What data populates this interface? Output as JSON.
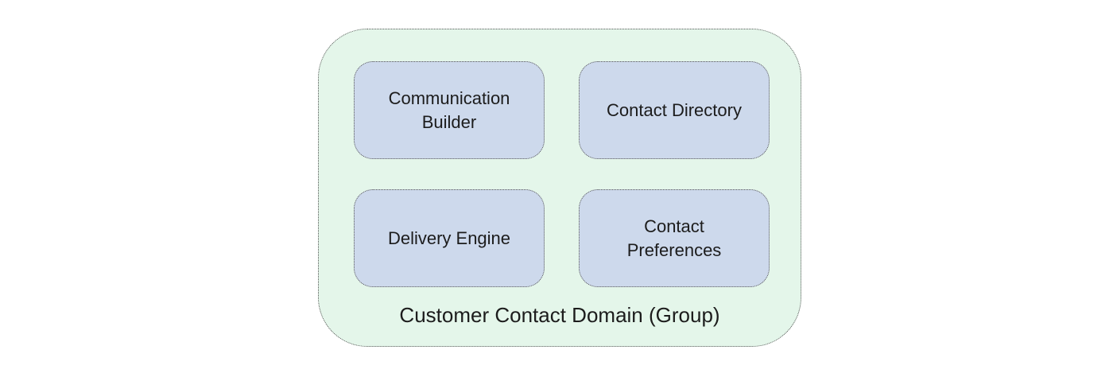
{
  "diagram": {
    "group": {
      "label": "Customer Contact Domain (Group)"
    },
    "nodes": [
      {
        "id": "communication-builder",
        "label": "Communication Builder"
      },
      {
        "id": "contact-directory",
        "label": "Contact Directory"
      },
      {
        "id": "delivery-engine",
        "label": "Delivery Engine"
      },
      {
        "id": "contact-preferences",
        "label": "Contact Preferences"
      }
    ],
    "colors": {
      "group_fill": "#e4f6ea",
      "node_fill": "#cdd9ec",
      "border": "#555555",
      "text": "#1c1c1c"
    }
  }
}
